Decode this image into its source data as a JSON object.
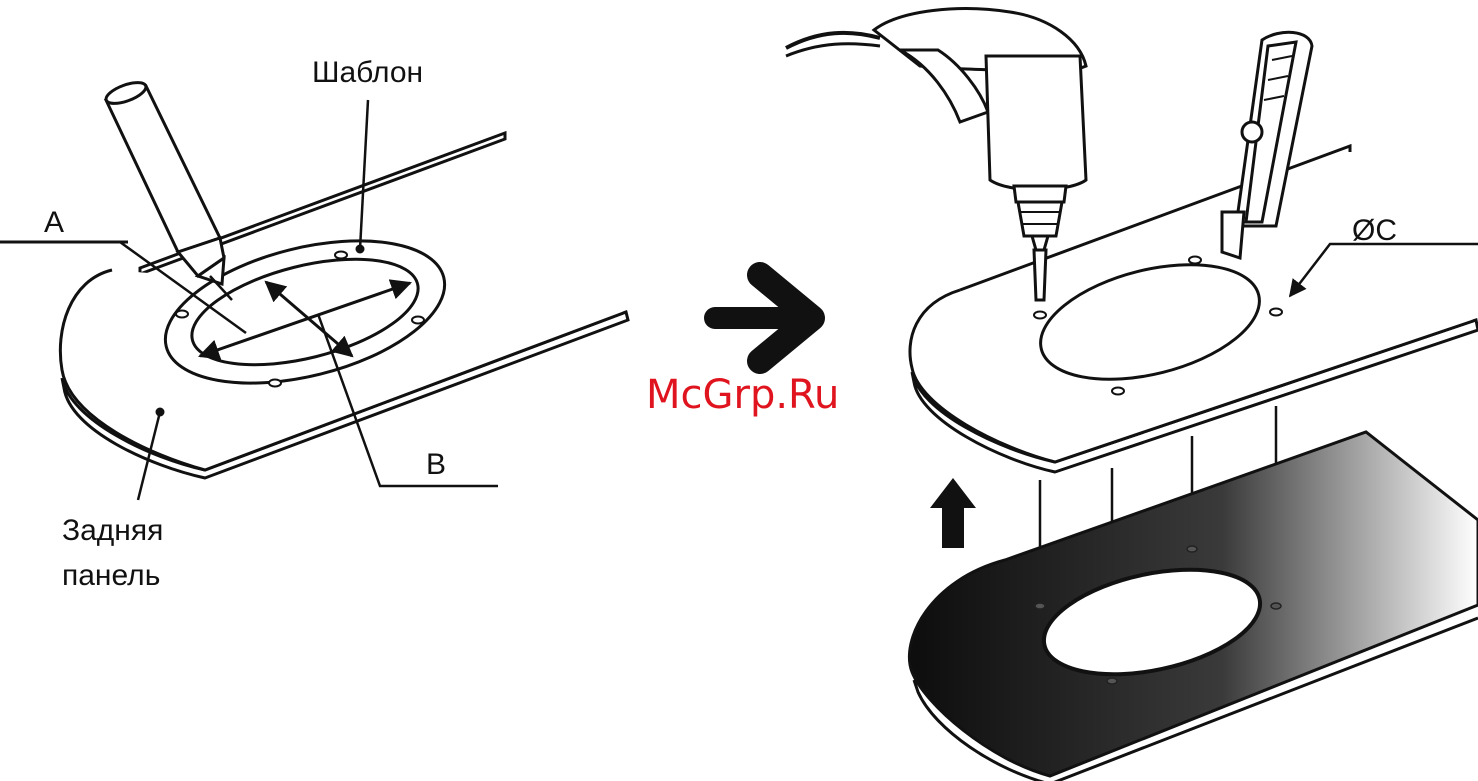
{
  "labels": {
    "template": "Шаблон",
    "dim_a": "A",
    "dim_b": "B",
    "dim_c": "ØC",
    "back_panel_line1": "Задняя",
    "back_panel_line2": "панель"
  },
  "watermark": "McGrp.Ru",
  "colors": {
    "ink": "#111111",
    "watermark": "#e0141e",
    "panel_dark": "#1a1a1a"
  }
}
